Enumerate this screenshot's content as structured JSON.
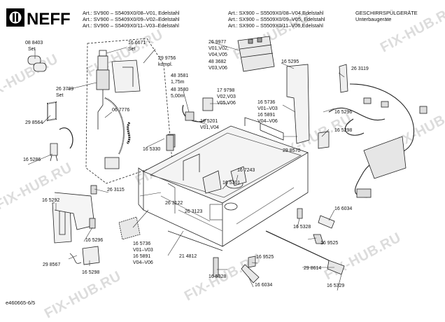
{
  "brand": {
    "logo_text": "NEFF"
  },
  "header": {
    "col1": [
      "Art.: SV900 – S5409X0/08–V01, Edelstahl",
      "Art.: SV900 – S5409X0/09–V02–Edelstahl",
      "Art.: SV900 – S5409X0/11–V03–Edelstahl"
    ],
    "col2": [
      "Art.: SX900 – S5509X0/08–V04,Edelstahl",
      "Art.: SX900 – S5509X0/09–V05, Edelstahl",
      "Art.: SX900 – S5509X0/11–V06,Edelstahl"
    ],
    "title": "GESCHIRRSPÜLGERÄTE",
    "subtitle": "Unterbaugeräte"
  },
  "labels": {
    "l01": "08 8403",
    "l02": "Set",
    "l03": "16 6671",
    "l04": "Set",
    "l05": "29 9756",
    "l06": "kompl.",
    "l07": "26 3789",
    "l08": "Set",
    "l09": "06 7776",
    "l10": "29 8564",
    "l11": "16 5330",
    "l12": "16 5286",
    "l13": "48 3581",
    "l14": "1,75m",
    "l15": "48 3580",
    "l16": "5,00m",
    "l17": "26 9977",
    "l18": "V01,V02,",
    "l19": "V04,V05",
    "l20": "48 3682",
    "l21": "V03,V06",
    "l22": "17 9798",
    "l23": "V02,V03",
    "l24": "V05,V06",
    "l25": "16 5201",
    "l26": "V01,V04",
    "l27": "16 5295",
    "l28": "26 3119",
    "l29": "16 5736",
    "l30": "V01–V03",
    "l31": "16 5891",
    "l32": "V04–V06",
    "l33": "16 5296",
    "l34": "16 5298",
    "l35": "29 8570",
    "l36": "16 7243",
    "l37": "16 5301",
    "l38": "26 3115",
    "l39": "26 3122",
    "l40": "26 3123",
    "l41": "16 5292",
    "l42": "16 5296",
    "l43": "16 5736",
    "l44": "V01–V03",
    "l45": "16 5891",
    "l46": "V04–V06",
    "l47": "29 8567",
    "l48": "16 5298",
    "l49": "21 4812",
    "l50": "16 5328",
    "l51": "16 9525",
    "l52": "16 6034",
    "l53": "29 8614",
    "l54": "16 5328",
    "l55": "16 6034",
    "l56": "16 9525",
    "l57": "16 5329"
  },
  "footer": {
    "code": "e460665-6/5"
  },
  "watermark": {
    "text": "FIX-HUB.RU"
  }
}
